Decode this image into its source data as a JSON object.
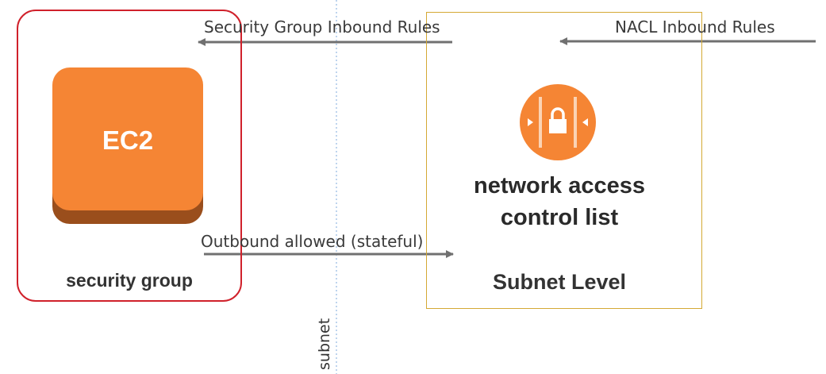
{
  "diagram": {
    "security_group": {
      "label": "security group",
      "icon": "ec2-instance-icon",
      "instance_label": "EC2"
    },
    "subnet": {
      "title_line1": "network access",
      "title_line2": "control list",
      "level_label": "Subnet Level",
      "icon": "nacl-lock-icon"
    },
    "arrows": {
      "sg_inbound": "Security Group Inbound Rules",
      "nacl_inbound": "NACL Inbound Rules",
      "outbound": "Outbound allowed (stateful)"
    },
    "divider_label": "subnet",
    "colors": {
      "security_group_border": "#d0212b",
      "subnet_border": "#d4a934",
      "ec2_orange": "#f58534",
      "ec2_shadow": "#9a4e1c",
      "arrow": "#707070",
      "divider": "#a9c6e8"
    }
  }
}
